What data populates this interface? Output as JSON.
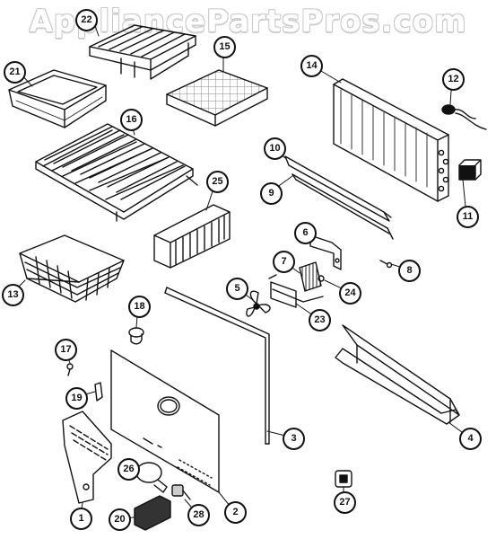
{
  "watermark": "AppliancePartsPros.com",
  "callouts": {
    "c1": "1",
    "c2": "2",
    "c3": "3",
    "c4": "4",
    "c5": "5",
    "c6": "6",
    "c7": "7",
    "c8": "8",
    "c9": "9",
    "c10": "10",
    "c11": "11",
    "c12": "12",
    "c13": "13",
    "c14": "14",
    "c15": "15",
    "c16": "16",
    "c17": "17",
    "c18": "18",
    "c19": "19",
    "c20": "20",
    "c21": "21",
    "c22": "22",
    "c23": "23",
    "c24": "24",
    "c25": "25",
    "c26": "26",
    "c27": "27",
    "c28": "28"
  },
  "colors": {
    "line": "#111111",
    "background": "#ffffff",
    "watermark": "#c9c9c9"
  }
}
